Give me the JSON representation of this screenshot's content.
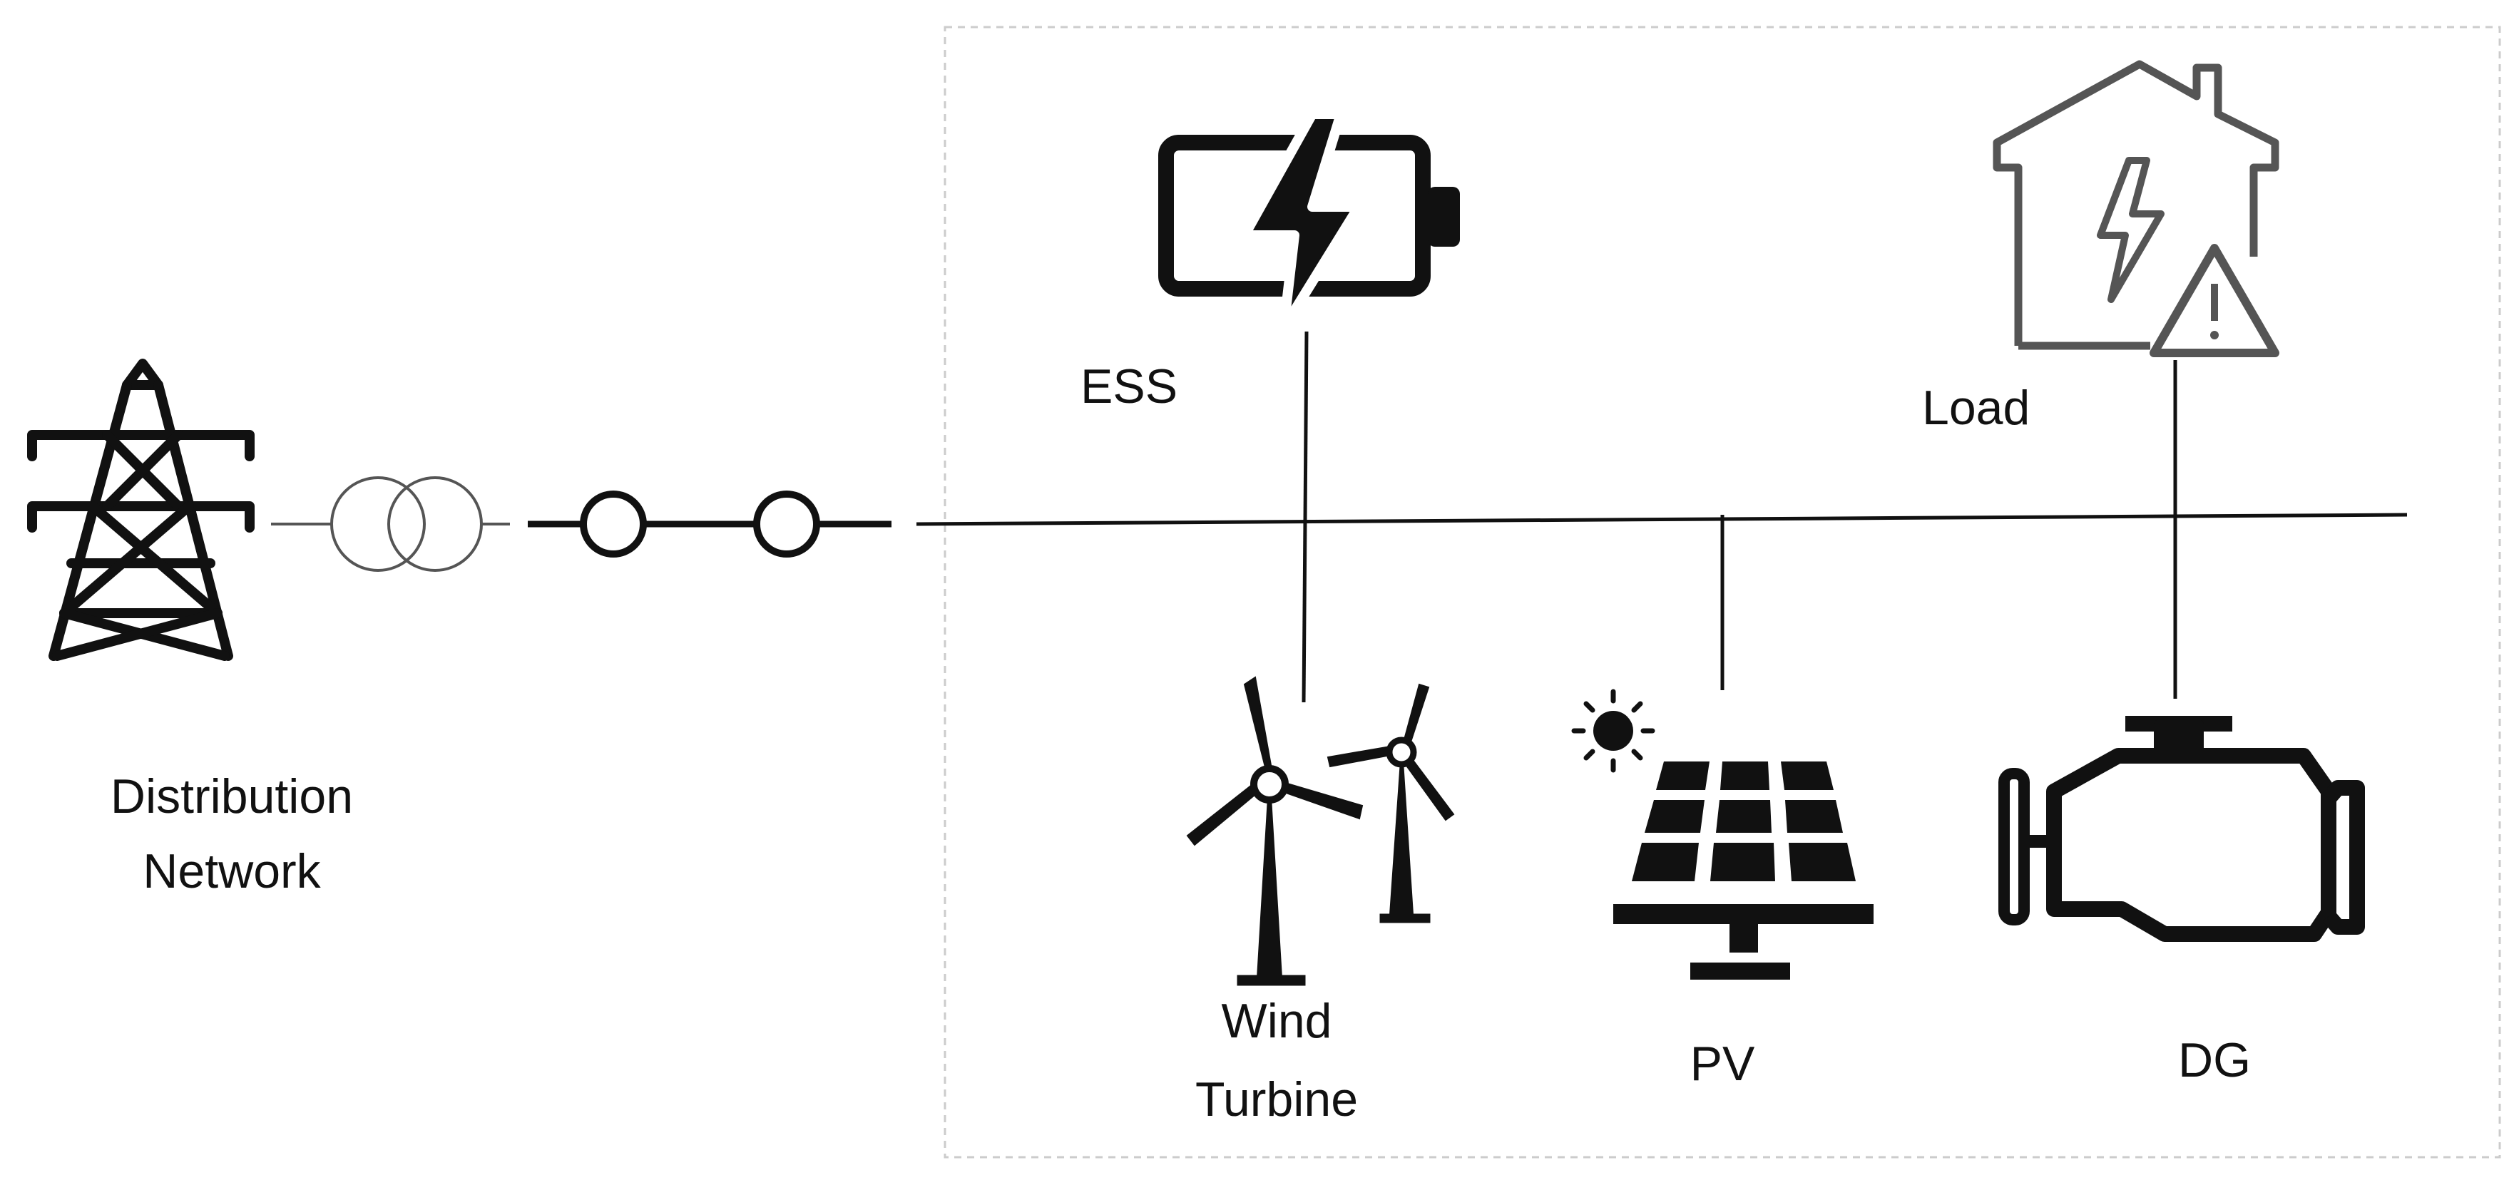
{
  "labels": {
    "ess": "ESS",
    "load": "Load",
    "distribution_line1": "Distribution",
    "distribution_line2": "Network",
    "wind_line1": "Wind",
    "wind_line2": "Turbine",
    "pv": "PV",
    "dg": "DG"
  },
  "icons": {
    "grid_tower": "transmission-tower-icon",
    "transformer": "transformer-icon",
    "switch": "circuit-breaker-icon",
    "battery": "battery-charging-icon",
    "load": "house-warning-icon",
    "wind": "wind-turbine-icon",
    "pv": "solar-panel-icon",
    "dg": "diesel-generator-icon"
  },
  "colors": {
    "ink": "#111111",
    "outline_gray": "#555555",
    "frame": "#cccccc"
  }
}
